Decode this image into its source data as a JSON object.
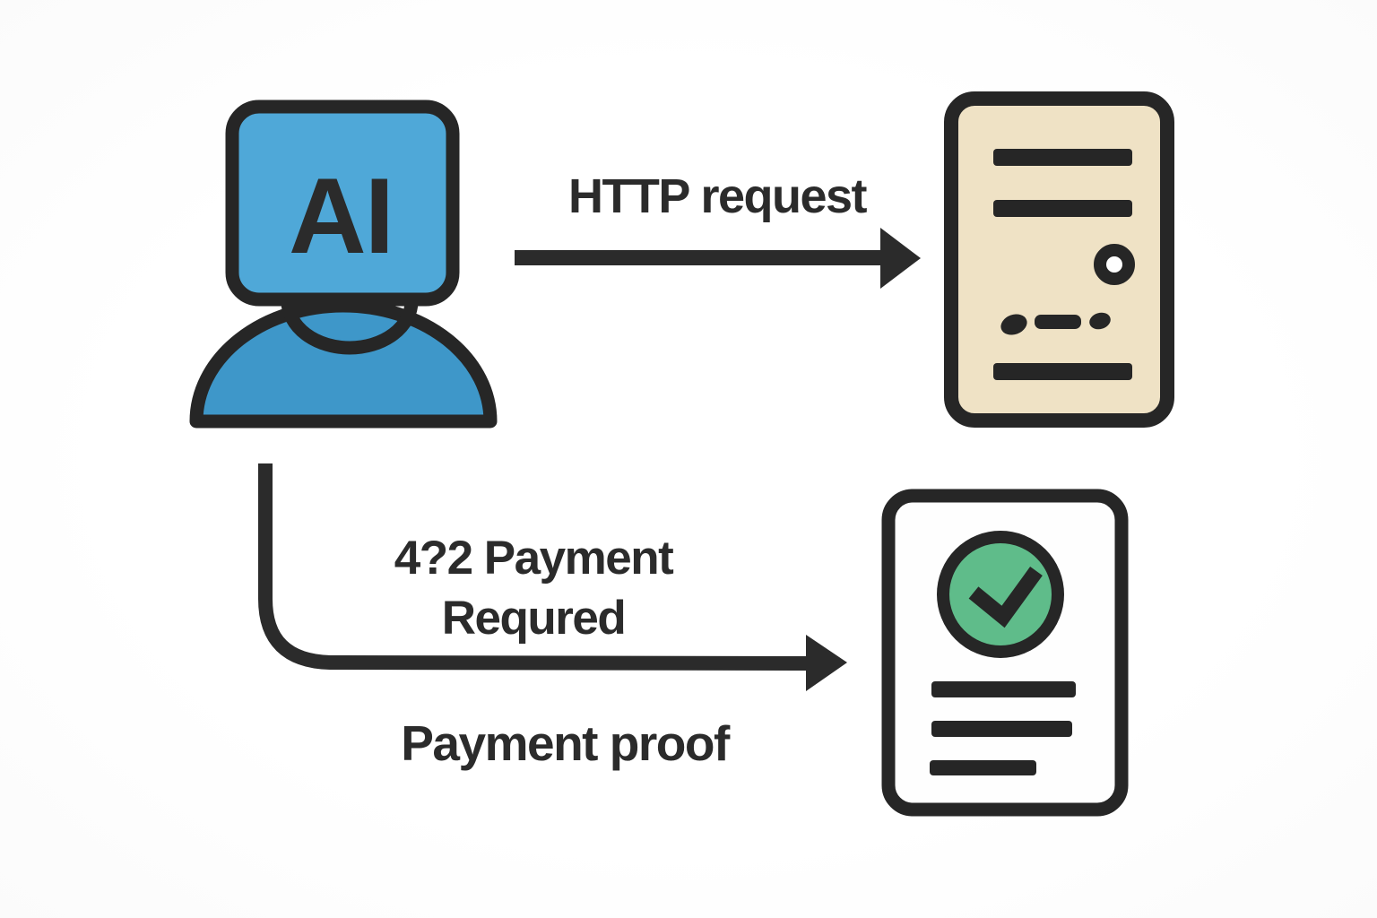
{
  "diagram": {
    "agent": {
      "label": "AI",
      "icon": "ai-person-icon"
    },
    "server": {
      "icon": "server-document-icon",
      "details": [
        "slot-line",
        "slot-line",
        "power-button",
        "dashed-line",
        "slot-line"
      ]
    },
    "receipt": {
      "icon": "receipt-check-icon",
      "badge_icon": "checkmark-circle-icon",
      "details": [
        "text-line",
        "text-line",
        "text-line"
      ]
    },
    "flows": {
      "request": {
        "label": "HTTP request",
        "icon": "arrow-right-icon"
      },
      "response": {
        "label_line1": "4?2 Payment",
        "label_line2": "Requred",
        "icon": "arrow-elbow-right-icon"
      },
      "proof": {
        "label": "Payment proof"
      }
    },
    "colors": {
      "background": "#FDFDFD",
      "outline": "#262626",
      "text": "#2B2B2B",
      "agent_blue_light": "#4FA8D8",
      "agent_blue": "#3E97C9",
      "server_beige": "#EFE2C5",
      "check_green": "#5FBC8A",
      "receipt_white": "#FEFEFE",
      "arrow_dark": "#2B2B2B"
    }
  }
}
